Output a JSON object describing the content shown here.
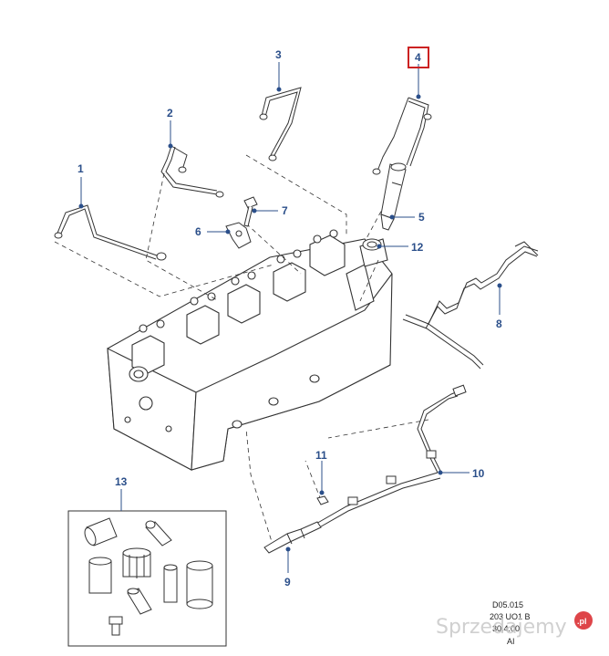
{
  "callouts": [
    {
      "id": "1",
      "label": "1"
    },
    {
      "id": "2",
      "label": "2"
    },
    {
      "id": "3",
      "label": "3"
    },
    {
      "id": "4",
      "label": "4",
      "highlight": true
    },
    {
      "id": "5",
      "label": "5"
    },
    {
      "id": "6",
      "label": "6"
    },
    {
      "id": "7",
      "label": "7"
    },
    {
      "id": "8",
      "label": "8"
    },
    {
      "id": "9",
      "label": "9"
    },
    {
      "id": "10",
      "label": "10"
    },
    {
      "id": "11",
      "label": "11"
    },
    {
      "id": "12",
      "label": "12"
    },
    {
      "id": "13",
      "label": "13"
    }
  ],
  "reference": {
    "line1": "D05.015",
    "line2": "203 UO1 B",
    "line3": "30.4.00",
    "line4": "AI"
  },
  "watermark": {
    "text": "Sprzedajemy",
    "suffix": ".pl"
  },
  "colors": {
    "callout": "#2b4f8a",
    "highlight_box": "#cc2222",
    "line": "#333333",
    "watermark_badge": "#d9252a"
  }
}
